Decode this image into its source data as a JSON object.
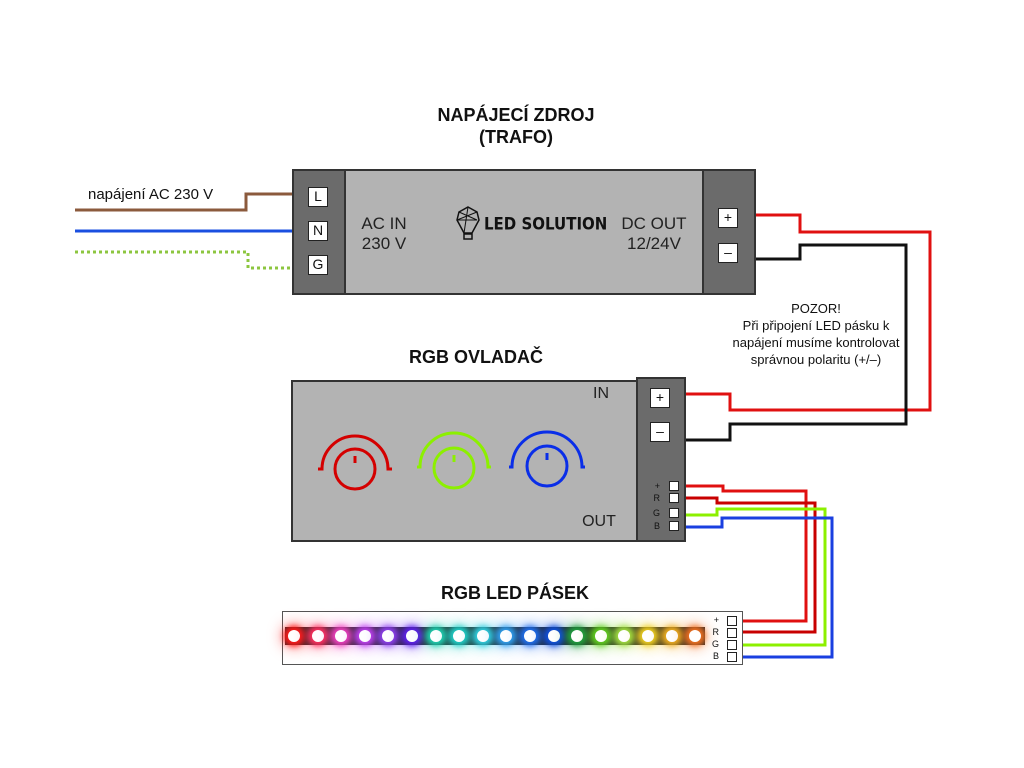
{
  "power_supply": {
    "title_line1": "NAPÁJECÍ ZDROJ",
    "title_line2": "(TRAFO)",
    "input_terminals": [
      "L",
      "N",
      "G"
    ],
    "input_label_line1": "AC IN",
    "input_label_line2": "230 V",
    "brand": "LED SOLUTION",
    "output_label_line1": "DC OUT",
    "output_label_line2": "12/24V",
    "output_terminals": [
      "+",
      "–"
    ]
  },
  "mains": {
    "label": "napájení AC 230 V"
  },
  "warning": {
    "title": "POZOR!",
    "text": "Při připojení LED pásku k napájení musíme kontrolovat správnou polaritu (+/–)"
  },
  "controller": {
    "title": "RGB OVLADAČ",
    "in_label": "IN",
    "out_label": "OUT",
    "input_terminals": [
      "+",
      "–"
    ],
    "output_pins": [
      "+",
      "R",
      "G",
      "B"
    ],
    "knobs": [
      {
        "name": "red",
        "color": "#d40000"
      },
      {
        "name": "green",
        "color": "#8cf000"
      },
      {
        "name": "blue",
        "color": "#0a2ee8"
      }
    ]
  },
  "strip": {
    "title": "RGB LED PÁSEK",
    "pins": [
      "+",
      "R",
      "G",
      "B"
    ],
    "led_colors": [
      "#ff1a1a",
      "#ff3060",
      "#f040c0",
      "#c040f0",
      "#9040f0",
      "#6020f0",
      "#20d0b0",
      "#20d0c8",
      "#30d0e0",
      "#30a0f0",
      "#2070f0",
      "#1050e0",
      "#20a040",
      "#60d020",
      "#a0e040",
      "#f0d020",
      "#f0b020",
      "#f07020"
    ]
  },
  "wire_colors": {
    "live": "#8b5a3c",
    "neutral": "#1a4fe0",
    "ground": "#8cc63f",
    "positive": "#e01010",
    "negative": "#111111",
    "red_channel": "#c80000",
    "green_channel": "#8cf000",
    "blue_channel": "#1a3fe0"
  }
}
